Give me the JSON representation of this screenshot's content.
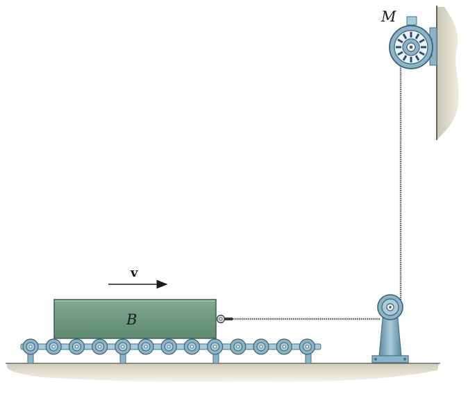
{
  "labels": {
    "motor": "M",
    "block": "B",
    "velocity": "v"
  },
  "colors": {
    "block_fill": "#6f9a82",
    "block_edge": "#3f5f4e",
    "steel": "#8db3c6",
    "steel_dark": "#4a7186",
    "ground": "#d8d6c6",
    "wall": "#dcdac9",
    "cable": "#555555"
  }
}
